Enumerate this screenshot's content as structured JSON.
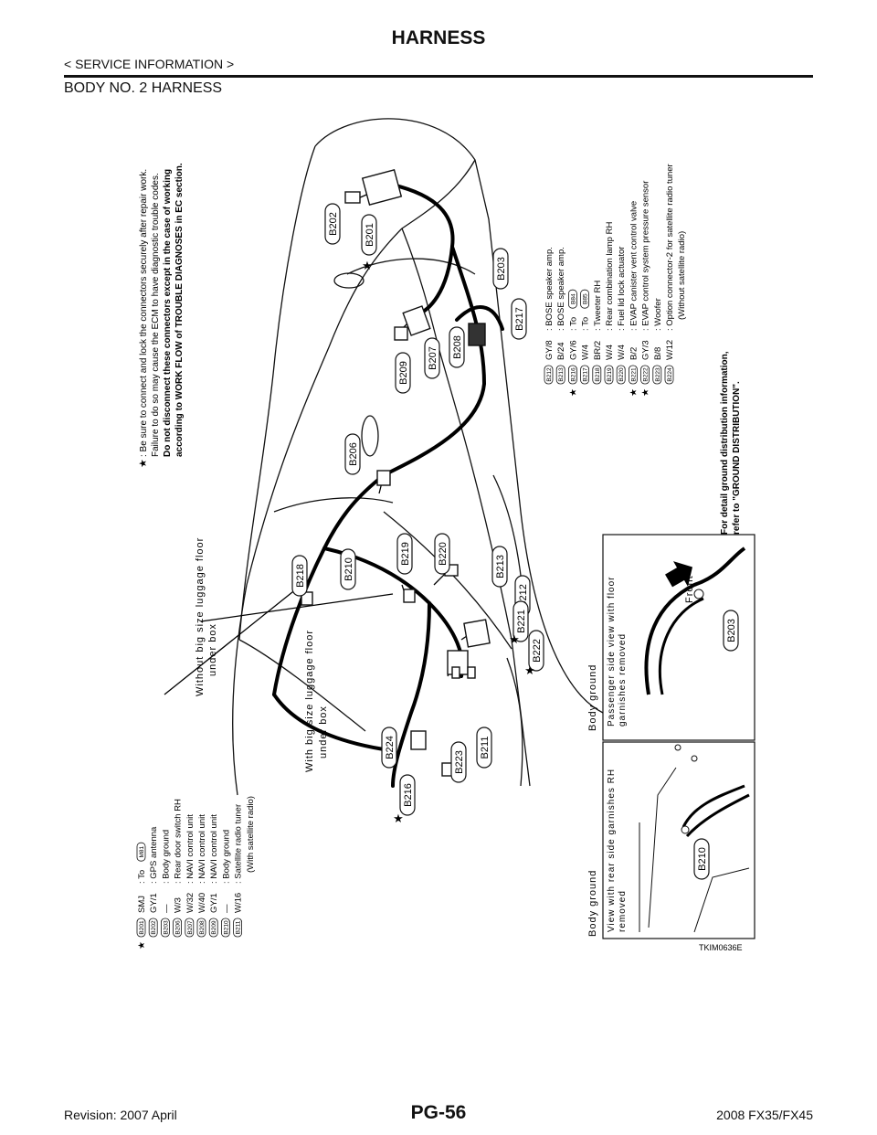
{
  "header": {
    "title": "HARNESS",
    "section": "< SERVICE INFORMATION >",
    "heading": "BODY NO. 2 HARNESS"
  },
  "footer": {
    "revision": "Revision: 2007 April",
    "page": "PG-56",
    "model": "2008 FX35/FX45"
  },
  "figure_id": "TKIM0636E",
  "notes": {
    "star_note_1": ": Be sure to connect and lock the connectors securely after repair work.",
    "star_note_2": "Failure to do so may cause the ECM to have diagnostic trouble codes.",
    "star_note_3": "Do not disconnect these connectors except in the case of working",
    "star_note_4": "according to WORK FLOW of TROUBLE DIAGNOSES in EC section.",
    "ground_note_1": "For detail ground distribution information,",
    "ground_note_2": "refer to \"GROUND DISTRIBUTION\"."
  },
  "labels": {
    "without_box_1": "Without big size luggage floor",
    "without_box_2": "under box",
    "with_box_1": "With big size luggage floor",
    "with_box_2": "under box",
    "inset1_title": "Body ground",
    "inset1_sub1": "View with rear side garnishes RH",
    "inset1_sub2": "removed",
    "inset2_title": "Body ground",
    "inset2_sub1": "Passenger side view with floor",
    "inset2_sub2": "garnishes removed",
    "front": "Front"
  },
  "legend_left": [
    {
      "code": "B201",
      "color": "SMJ",
      "desc": ": To",
      "ref": "M81",
      "star": true
    },
    {
      "code": "B202",
      "color": "GY/1",
      "desc": ": GPS antenna"
    },
    {
      "code": "B203",
      "color": "—",
      "desc": ": Body ground"
    },
    {
      "code": "B206",
      "color": "W/3",
      "desc": ": Rear door switch RH"
    },
    {
      "code": "B207",
      "color": "W/32",
      "desc": ": NAVI control unit"
    },
    {
      "code": "B208",
      "color": "W/40",
      "desc": ": NAVI control unit"
    },
    {
      "code": "B209",
      "color": "GY/1",
      "desc": ": NAVI control unit"
    },
    {
      "code": "B210",
      "color": "—",
      "desc": ": Body ground"
    },
    {
      "code": "B211",
      "color": "W/16",
      "desc": ": Satellite radio tuner"
    },
    {
      "code": "",
      "color": "",
      "desc": "(With satellite radio)"
    }
  ],
  "legend_right": [
    {
      "code": "B212",
      "color": "GY/8",
      "desc": ": BOSE speaker amp."
    },
    {
      "code": "B213",
      "color": "B/24",
      "desc": ": BOSE speaker amp."
    },
    {
      "code": "B216",
      "color": "GY/6",
      "desc": ": To",
      "ref": "B84",
      "star": true
    },
    {
      "code": "B217",
      "color": "W/4",
      "desc": ": To",
      "ref": "B85"
    },
    {
      "code": "B218",
      "color": "BR/2",
      "desc": ": Tweeter RH"
    },
    {
      "code": "B219",
      "color": "W/4",
      "desc": ": Rear combination lamp RH"
    },
    {
      "code": "B220",
      "color": "W/4",
      "desc": ": Fuel lid lock actuator"
    },
    {
      "code": "B221",
      "color": "B/2",
      "desc": ": EVAP canister vent control valve",
      "star": true
    },
    {
      "code": "B222",
      "color": "GY/3",
      "desc": ": EVAP control system pressure sensor",
      "star": true
    },
    {
      "code": "B223",
      "color": "B/8",
      "desc": ": Woofer"
    },
    {
      "code": "B224",
      "color": "W/12",
      "desc": ": Option connector-2 for satellite radio tuner"
    },
    {
      "code": "",
      "color": "",
      "desc": "(Without satellite radio)"
    }
  ],
  "callouts": {
    "c_b201": "B201",
    "c_b202": "B202",
    "c_b203": "B203",
    "c_b206": "B206",
    "c_b207": "B207",
    "c_b208": "B208",
    "c_b209": "B209",
    "c_b210": "B210",
    "c_b211": "B211",
    "c_b212": "B212",
    "c_b213": "B213",
    "c_b216": "B216",
    "c_b217": "B217",
    "c_b218": "B218",
    "c_b219": "B219",
    "c_b220": "B220",
    "c_b221": "B221",
    "c_b222": "B222",
    "c_b223": "B223",
    "c_b224": "B224",
    "c_inset_b210": "B210",
    "c_inset_b203": "B203"
  }
}
